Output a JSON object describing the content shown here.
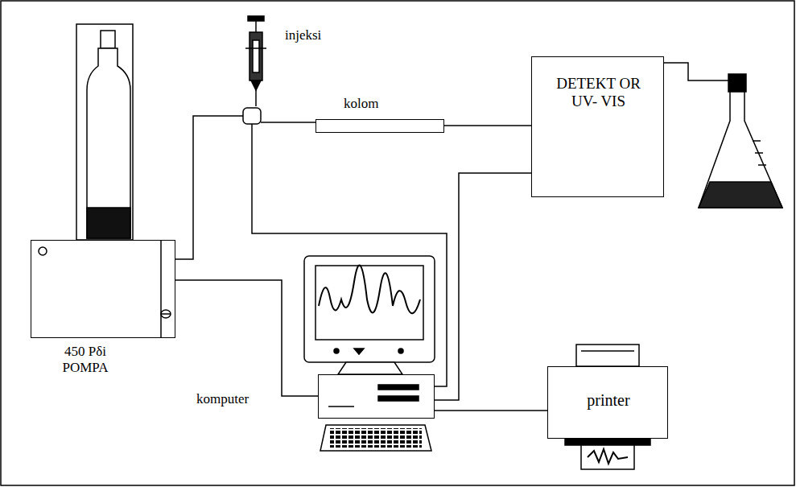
{
  "diagram": {
    "nodes": [
      {
        "text": [
          "450 Pδi POMPA"
        ]
      },
      {
        "text": [
          "injeksi"
        ]
      },
      {
        "text": [
          "kolom"
        ]
      },
      {
        "text": [
          "DETEKT OR UV- VIS"
        ]
      },
      {
        "text": [
          "komputer"
        ]
      },
      {
        "text": [
          "printer"
        ]
      }
    ],
    "edges": [
      {
        "from": 0,
        "to": 1,
        "arrow": "none"
      },
      {
        "from": 1,
        "to": 2,
        "arrow": "none"
      },
      {
        "from": 2,
        "to": 3,
        "arrow": "none"
      },
      {
        "from": 0,
        "to": 4,
        "arrow": "none"
      },
      {
        "from": 1,
        "to": 4,
        "arrow": "none"
      },
      {
        "from": 3,
        "to": 4,
        "arrow": "none"
      },
      {
        "from": 4,
        "to": 5,
        "arrow": "none"
      }
    ]
  }
}
